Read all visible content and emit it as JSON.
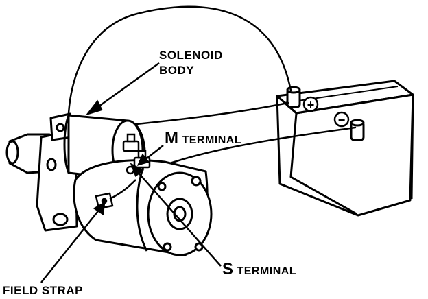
{
  "labels": {
    "solenoid_line1": "SOLENOID",
    "solenoid_line2": "BODY",
    "m_letter": "M",
    "m_word": "TERMINAL",
    "s_letter": "S",
    "s_word": "TERMINAL",
    "field_strap": "FIELD STRAP"
  },
  "symbols": {
    "positive": "+",
    "negative": "−"
  },
  "colors": {
    "ink": "#000000",
    "paper": "#ffffff"
  }
}
